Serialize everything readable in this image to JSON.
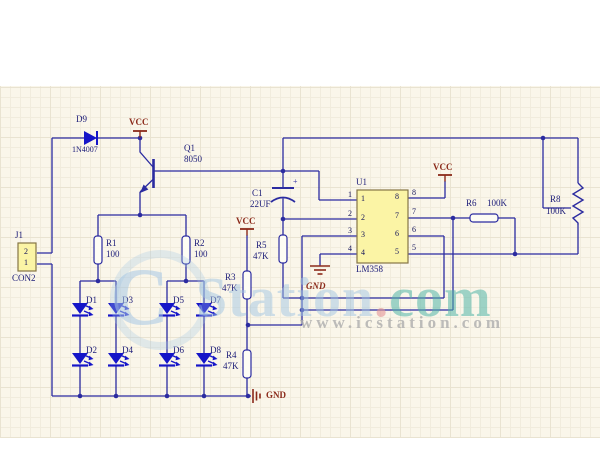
{
  "schematic": {
    "d9": {
      "ref": "D9",
      "value": "1N4007"
    },
    "q1": {
      "ref": "Q1",
      "value": "8050"
    },
    "j1": {
      "ref": "J1",
      "value": "CON2",
      "pin_top": "2",
      "pin_bottom": "1"
    },
    "r1": {
      "ref": "R1",
      "value": "100"
    },
    "r2": {
      "ref": "R2",
      "value": "100"
    },
    "r3": {
      "ref": "R3",
      "value": "47K"
    },
    "r4": {
      "ref": "R4",
      "value": "47K"
    },
    "r5": {
      "ref": "R5",
      "value": "47K"
    },
    "r6": {
      "ref": "R6",
      "value": "100K"
    },
    "r8": {
      "ref": "R8",
      "value": "100K"
    },
    "c1": {
      "ref": "C1",
      "value": "22UF",
      "polarity": "+"
    },
    "u1": {
      "ref": "U1",
      "value": "LM358",
      "pins_left": [
        "1",
        "2",
        "3",
        "4"
      ],
      "pins_right": [
        "8",
        "7",
        "6",
        "5"
      ]
    },
    "leds": {
      "d1": "D1",
      "d2": "D2",
      "d3": "D3",
      "d4": "D4",
      "d5": "D5",
      "d6": "D6",
      "d7": "D7",
      "d8": "D8"
    },
    "power": {
      "vcc": "VCC",
      "gnd": "GND"
    }
  },
  "watermark": {
    "logo_c": "C",
    "logo_station": "Station",
    "logo_dot": ".",
    "logo_com": "com",
    "url": "www.icstation.com"
  },
  "colors": {
    "wire": "#2b2ba0",
    "led_fill": "#1515c8",
    "power_label": "#8b2a1a",
    "component_fill": "#fbf4a5",
    "sheet_bg": "#faf6ea"
  }
}
